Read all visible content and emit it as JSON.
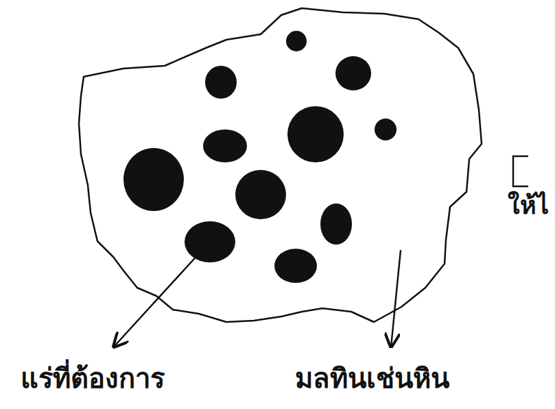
{
  "diagram": {
    "labels": [
      "แร่ที่ต้องการ",
      "มลทินเช่นหิน",
      "ให้ไ"
    ]
  }
}
